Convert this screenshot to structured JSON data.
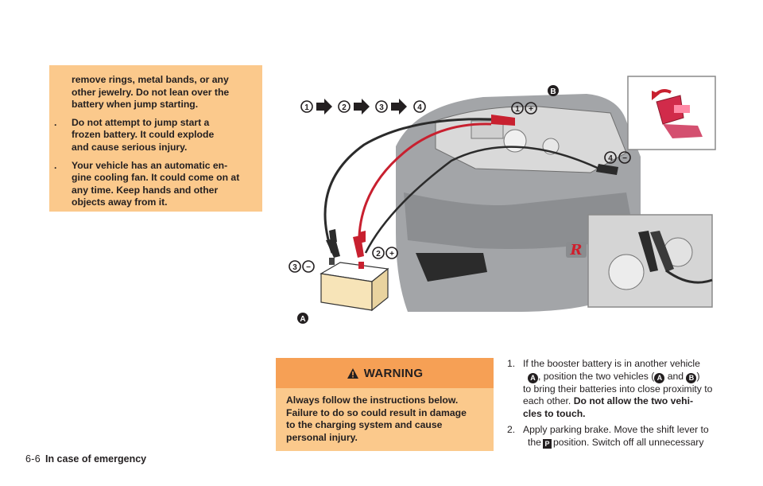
{
  "warning_continued": {
    "intro_lines": [
      "remove rings, metal bands, or any",
      "other jewelry. Do not lean over the",
      "battery when jump starting."
    ],
    "bullets": [
      {
        "dot": ".",
        "lines": [
          "Do not attempt to jump start a",
          "frozen battery. It could explode",
          "and cause serious injury."
        ]
      },
      {
        "dot": ".",
        "lines": [
          "Your vehicle has an automatic en-",
          "gine cooling fan. It could come on at",
          "any time. Keep hands and other",
          "objects away from it."
        ]
      }
    ]
  },
  "figure": {
    "sequence": [
      "1",
      "2",
      "3",
      "4"
    ],
    "callouts": {
      "a": "A",
      "b": "B",
      "one": "1",
      "two": "2",
      "three": "3",
      "four": "4"
    },
    "plus": "+",
    "minus": "−",
    "badge": "R",
    "colors": {
      "red_clamp": "#c8202f",
      "black_clamp": "#2b2b2b",
      "car_body": "#9ea0a3",
      "battery": "#f7e4b8"
    }
  },
  "warning_box": {
    "title": "WARNING",
    "lines": [
      "Always follow the instructions below.",
      "Failure to do so could result in damage",
      "to the charging system and cause",
      "personal injury."
    ]
  },
  "steps": {
    "s1": {
      "num": "1.",
      "l1": "If the booster battery is in another vehicle",
      "l2a": ", position the two vehicles (",
      "l2b": "and",
      "l2c": ")",
      "l3": "to bring their batteries into close proximity to",
      "l4a": "each other.",
      "l4b": "Do not allow the two vehi-",
      "l5": "cles to touch.",
      "a": "A",
      "b": "B"
    },
    "s2": {
      "num": "2.",
      "l1": "Apply parking brake. Move the shift lever to",
      "l2a": "the",
      "p": "P",
      "l2b": "position. Switch off all unnecessary"
    }
  },
  "footer": {
    "page": "6-6",
    "section": "In case of emergency"
  }
}
